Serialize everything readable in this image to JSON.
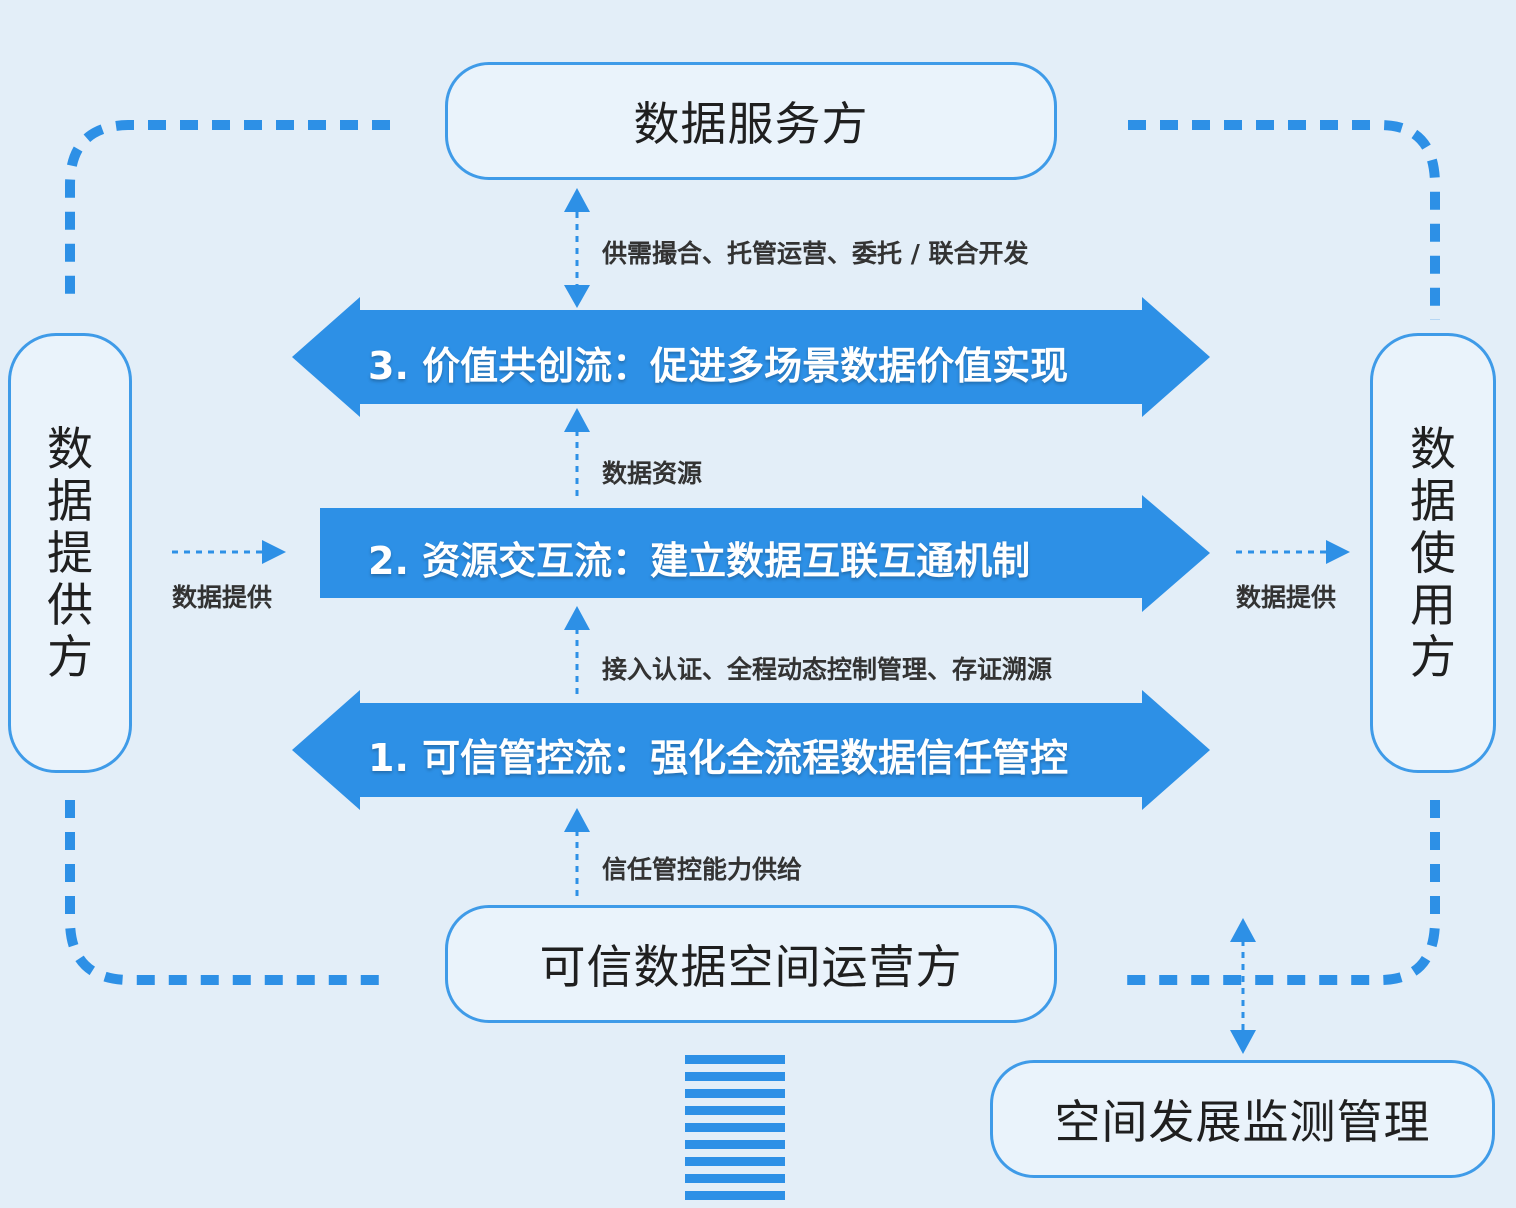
{
  "nodes": {
    "service": "数据服务方",
    "provider": [
      "数",
      "据",
      "提",
      "供",
      "方"
    ],
    "user": [
      "数",
      "据",
      "使",
      "用",
      "方"
    ],
    "operator": "可信数据空间运营方",
    "monitor": "空间发展监测管理"
  },
  "flows": {
    "value": "3. 价值共创流：促进多场景数据价值实现",
    "resource": "2. 资源交互流：建立数据互联互通机制",
    "trust": "1. 可信管控流：强化全流程数据信任管控"
  },
  "labels": {
    "service_link": "供需撮合、托管运营、委托 / 联合开发",
    "data_resource": "数据资源",
    "access": "接入认证、全程动态控制管理、存证溯源",
    "trust_supply": "信任管控能力供给",
    "left_provide": "数据提供",
    "right_provide": "数据提供"
  },
  "colors": {
    "accent": "#3f9be8",
    "arrow_fill": "#2d90e6",
    "background": "#e3eef8"
  }
}
